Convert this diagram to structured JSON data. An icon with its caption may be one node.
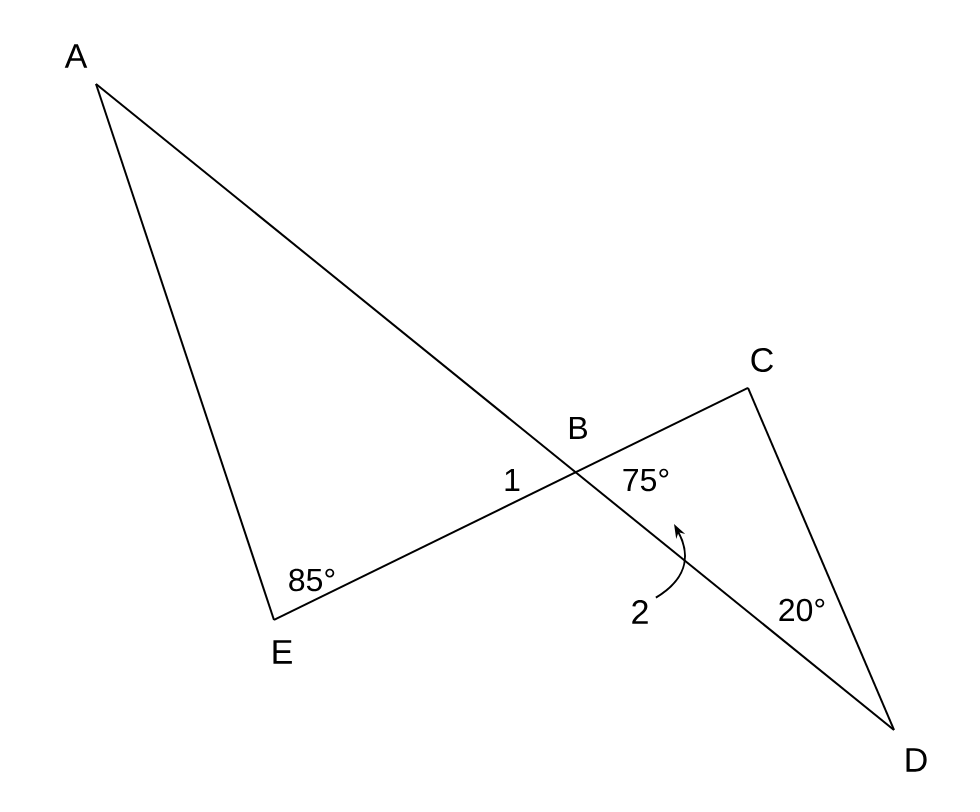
{
  "diagram": {
    "nodes": [
      {
        "text": [
          "A"
        ]
      },
      {
        "text": [
          "C"
        ]
      },
      {
        "text": [
          "D"
        ]
      },
      {
        "text": [
          "E"
        ]
      },
      {
        "text": [
          "2"
        ]
      }
    ],
    "edges": [
      {
        "from": 0,
        "to": 3,
        "arrow": "none"
      },
      {
        "from": 0,
        "to": 2,
        "arrow": "none"
      },
      {
        "from": 3,
        "to": 1,
        "arrow": "none"
      },
      {
        "from": 1,
        "to": 2,
        "arrow": "none"
      },
      {
        "from": 4,
        "to": null,
        "arrow": "to"
      }
    ],
    "labels": [
      "B",
      "1",
      "75°",
      "85°",
      "20°"
    ]
  }
}
